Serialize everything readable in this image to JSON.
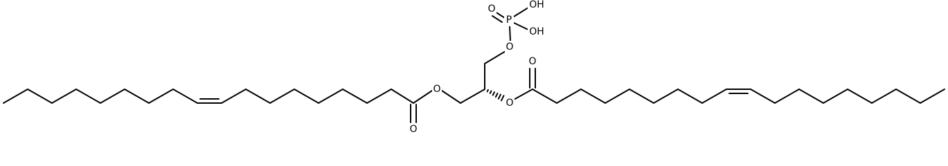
{
  "molecule": {
    "atom_labels": {
      "o_phosphoryl": "O",
      "p": "P",
      "oh_top": "OH",
      "oh_bottom": "OH",
      "o_phosphate_ester": "O",
      "o_ester_left": "O",
      "o_carbonyl_left": "O",
      "o_ester_right": "O",
      "o_carbonyl_right": "O"
    },
    "colors": {
      "bond": "#000000",
      "label": "#000000",
      "background": "#ffffff"
    }
  }
}
